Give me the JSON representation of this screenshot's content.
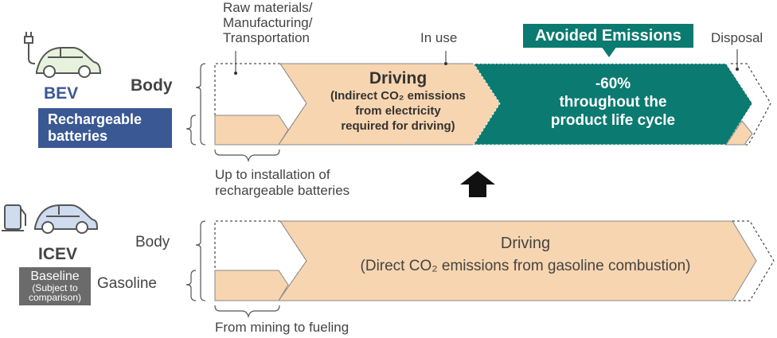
{
  "top_labels": {
    "raw_materials": [
      "Raw materials/",
      "Manufacturing/",
      "Transportation"
    ],
    "in_use": "In use",
    "avoided_emissions": "Avoided Emissions",
    "disposal": "Disposal"
  },
  "bev": {
    "name": "BEV",
    "body_label": "Body",
    "battery_label": [
      "Rechargeable",
      "batteries"
    ],
    "driving_title": "Driving",
    "driving_note": [
      "(Indirect CO₂ emissions",
      "from electricity",
      "required for driving)"
    ],
    "reduction": "-60%",
    "reduction_note": [
      "throughout the",
      "product life cycle"
    ],
    "battery_scope": [
      "Up to installation of",
      "rechargeable batteries"
    ]
  },
  "icev": {
    "name": "ICEV",
    "badge": [
      "Baseline",
      "(Subject to",
      "comparison)"
    ],
    "body_label": "Body",
    "fuel_label": "Gasoline",
    "driving_title": "Driving",
    "driving_note": "(Direct CO₂ emissions from gasoline combustion)",
    "fuel_scope": "From mining to fueling"
  },
  "colors": {
    "peach": "#f7d5b0",
    "teal": "#0b7a70",
    "bev_blue": "#3a5893",
    "grey_badge": "#6b6b6b"
  }
}
